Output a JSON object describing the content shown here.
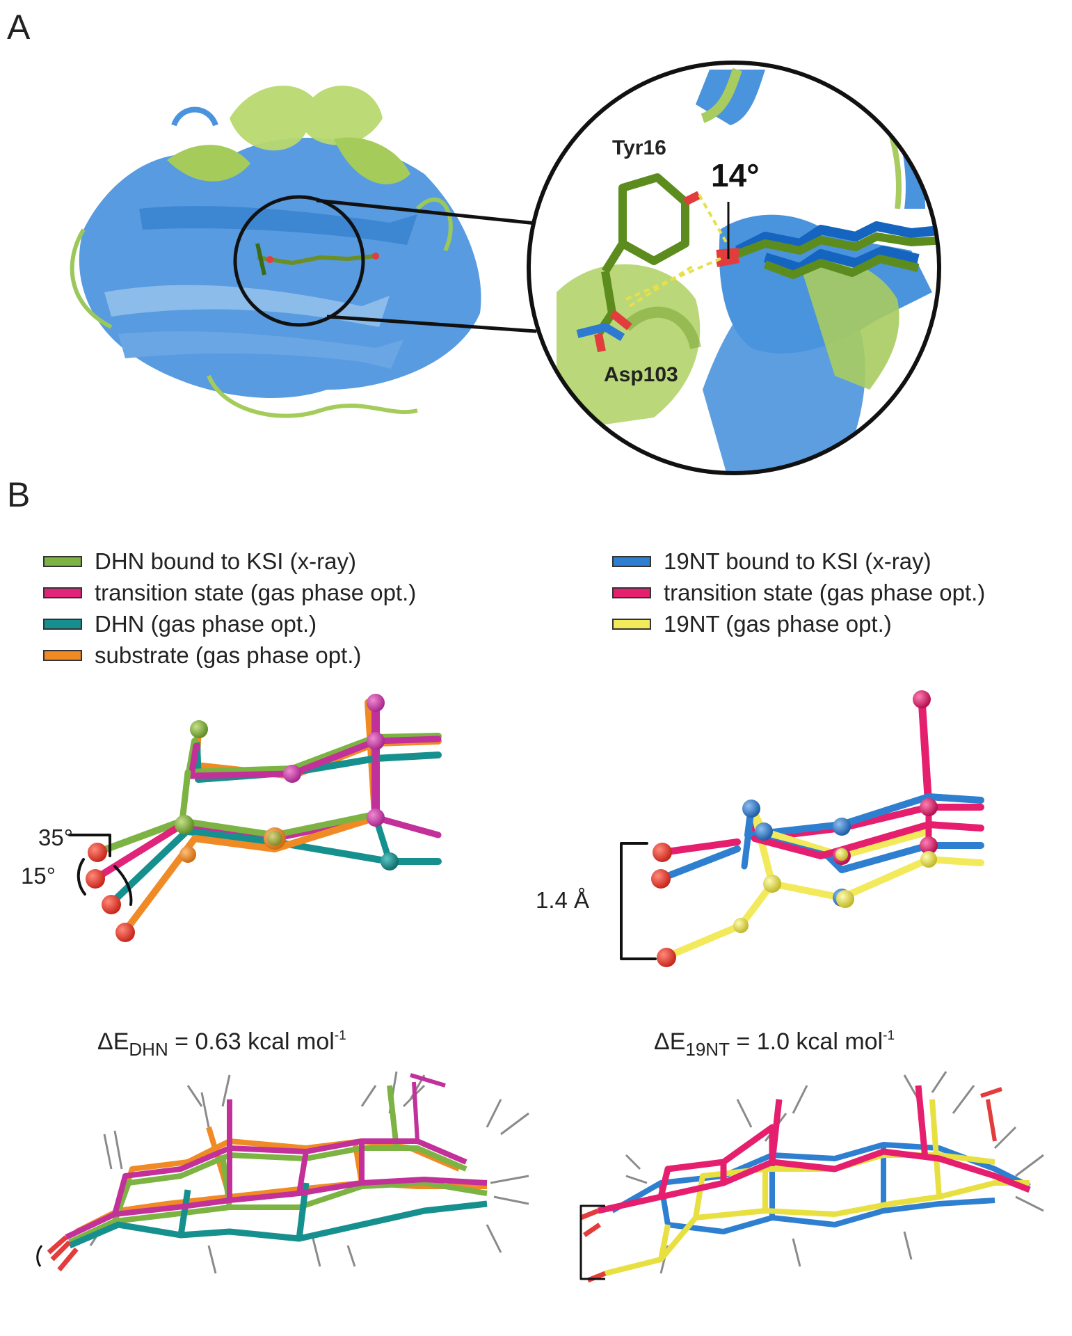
{
  "panel_a": {
    "letter": "A",
    "tyr_label": "Tyr16",
    "asp_label": "Asp103",
    "angle_label": "14°"
  },
  "panel_b": {
    "letter": "B",
    "legend_left": [
      {
        "label": "DHN bound to KSI (x-ray)",
        "color": "#7cb342"
      },
      {
        "label": "transition state (gas phase opt.)",
        "color": "#e0247a"
      },
      {
        "label": "DHN (gas phase opt.)",
        "color": "#16908e"
      },
      {
        "label": "substrate (gas phase opt.)",
        "color": "#f08a24"
      }
    ],
    "legend_right": [
      {
        "label": "19NT bound to KSI (x-ray)",
        "color": "#2f7fd0"
      },
      {
        "label": "transition state (gas phase opt.)",
        "color": "#e61e6e"
      },
      {
        "label": "19NT (gas phase opt.)",
        "color": "#f2ea5a"
      }
    ],
    "angle_35": "35°",
    "angle_15": "15°",
    "distance": "1.4 Å",
    "energy_left": {
      "prefix": "ΔE",
      "sub": "DHN",
      "value": " = 0.63 kcal mol",
      "sup": "-1"
    },
    "energy_right": {
      "prefix": "ΔE",
      "sub": "19NT",
      "value": " = 1.0 kcal mol",
      "sup": "-1"
    }
  }
}
